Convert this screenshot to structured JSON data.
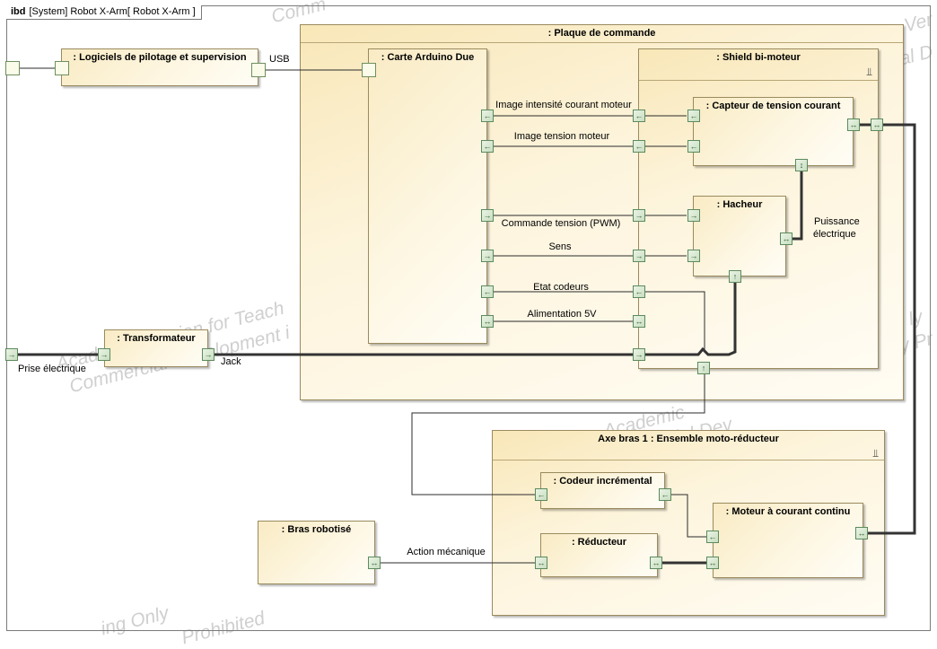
{
  "frame": {
    "kind": "ibd",
    "title": "[System] Robot X-Arm[ Robot X-Arm ]"
  },
  "watermarks": [
    "Academic Version for Teaching Only",
    "Commercial Development is Strictly Prohibited"
  ],
  "blocks": {
    "logiciels": ": Logiciels de pilotage et supervision",
    "plaque": ": Plaque de commande",
    "arduino": ": Carte Arduino Due",
    "shield": ": Shield bi-moteur",
    "capteur": ": Capteur de tension courant",
    "hacheur": ": Hacheur",
    "transformateur": ": Transformateur",
    "axe": "Axe bras 1 : Ensemble moto-réducteur",
    "codeur": ": Codeur incrémental",
    "moteur": ": Moteur à courant continu",
    "reducteur": ": Réducteur",
    "bras": ": Bras robotisé"
  },
  "connectors": {
    "usb": "USB",
    "image_courant": "Image intensité courant moteur",
    "image_tension": "Image tension moteur",
    "commande_pwm": "Commande tension (PWM)",
    "sens": "Sens",
    "etat_codeurs": "Etat codeurs",
    "alim_5v": "Alimentation 5V",
    "puissance_1": "Puissance",
    "puissance_2": "électrique",
    "prise": "Prise électrique",
    "jack": "Jack",
    "action_meca": "Action mécanique"
  },
  "colors": {
    "block_fill": "#fdf3d7",
    "block_border": "#9a8a5e",
    "port_fill": "#d9e9d3",
    "wire": "#2b2b2b"
  }
}
